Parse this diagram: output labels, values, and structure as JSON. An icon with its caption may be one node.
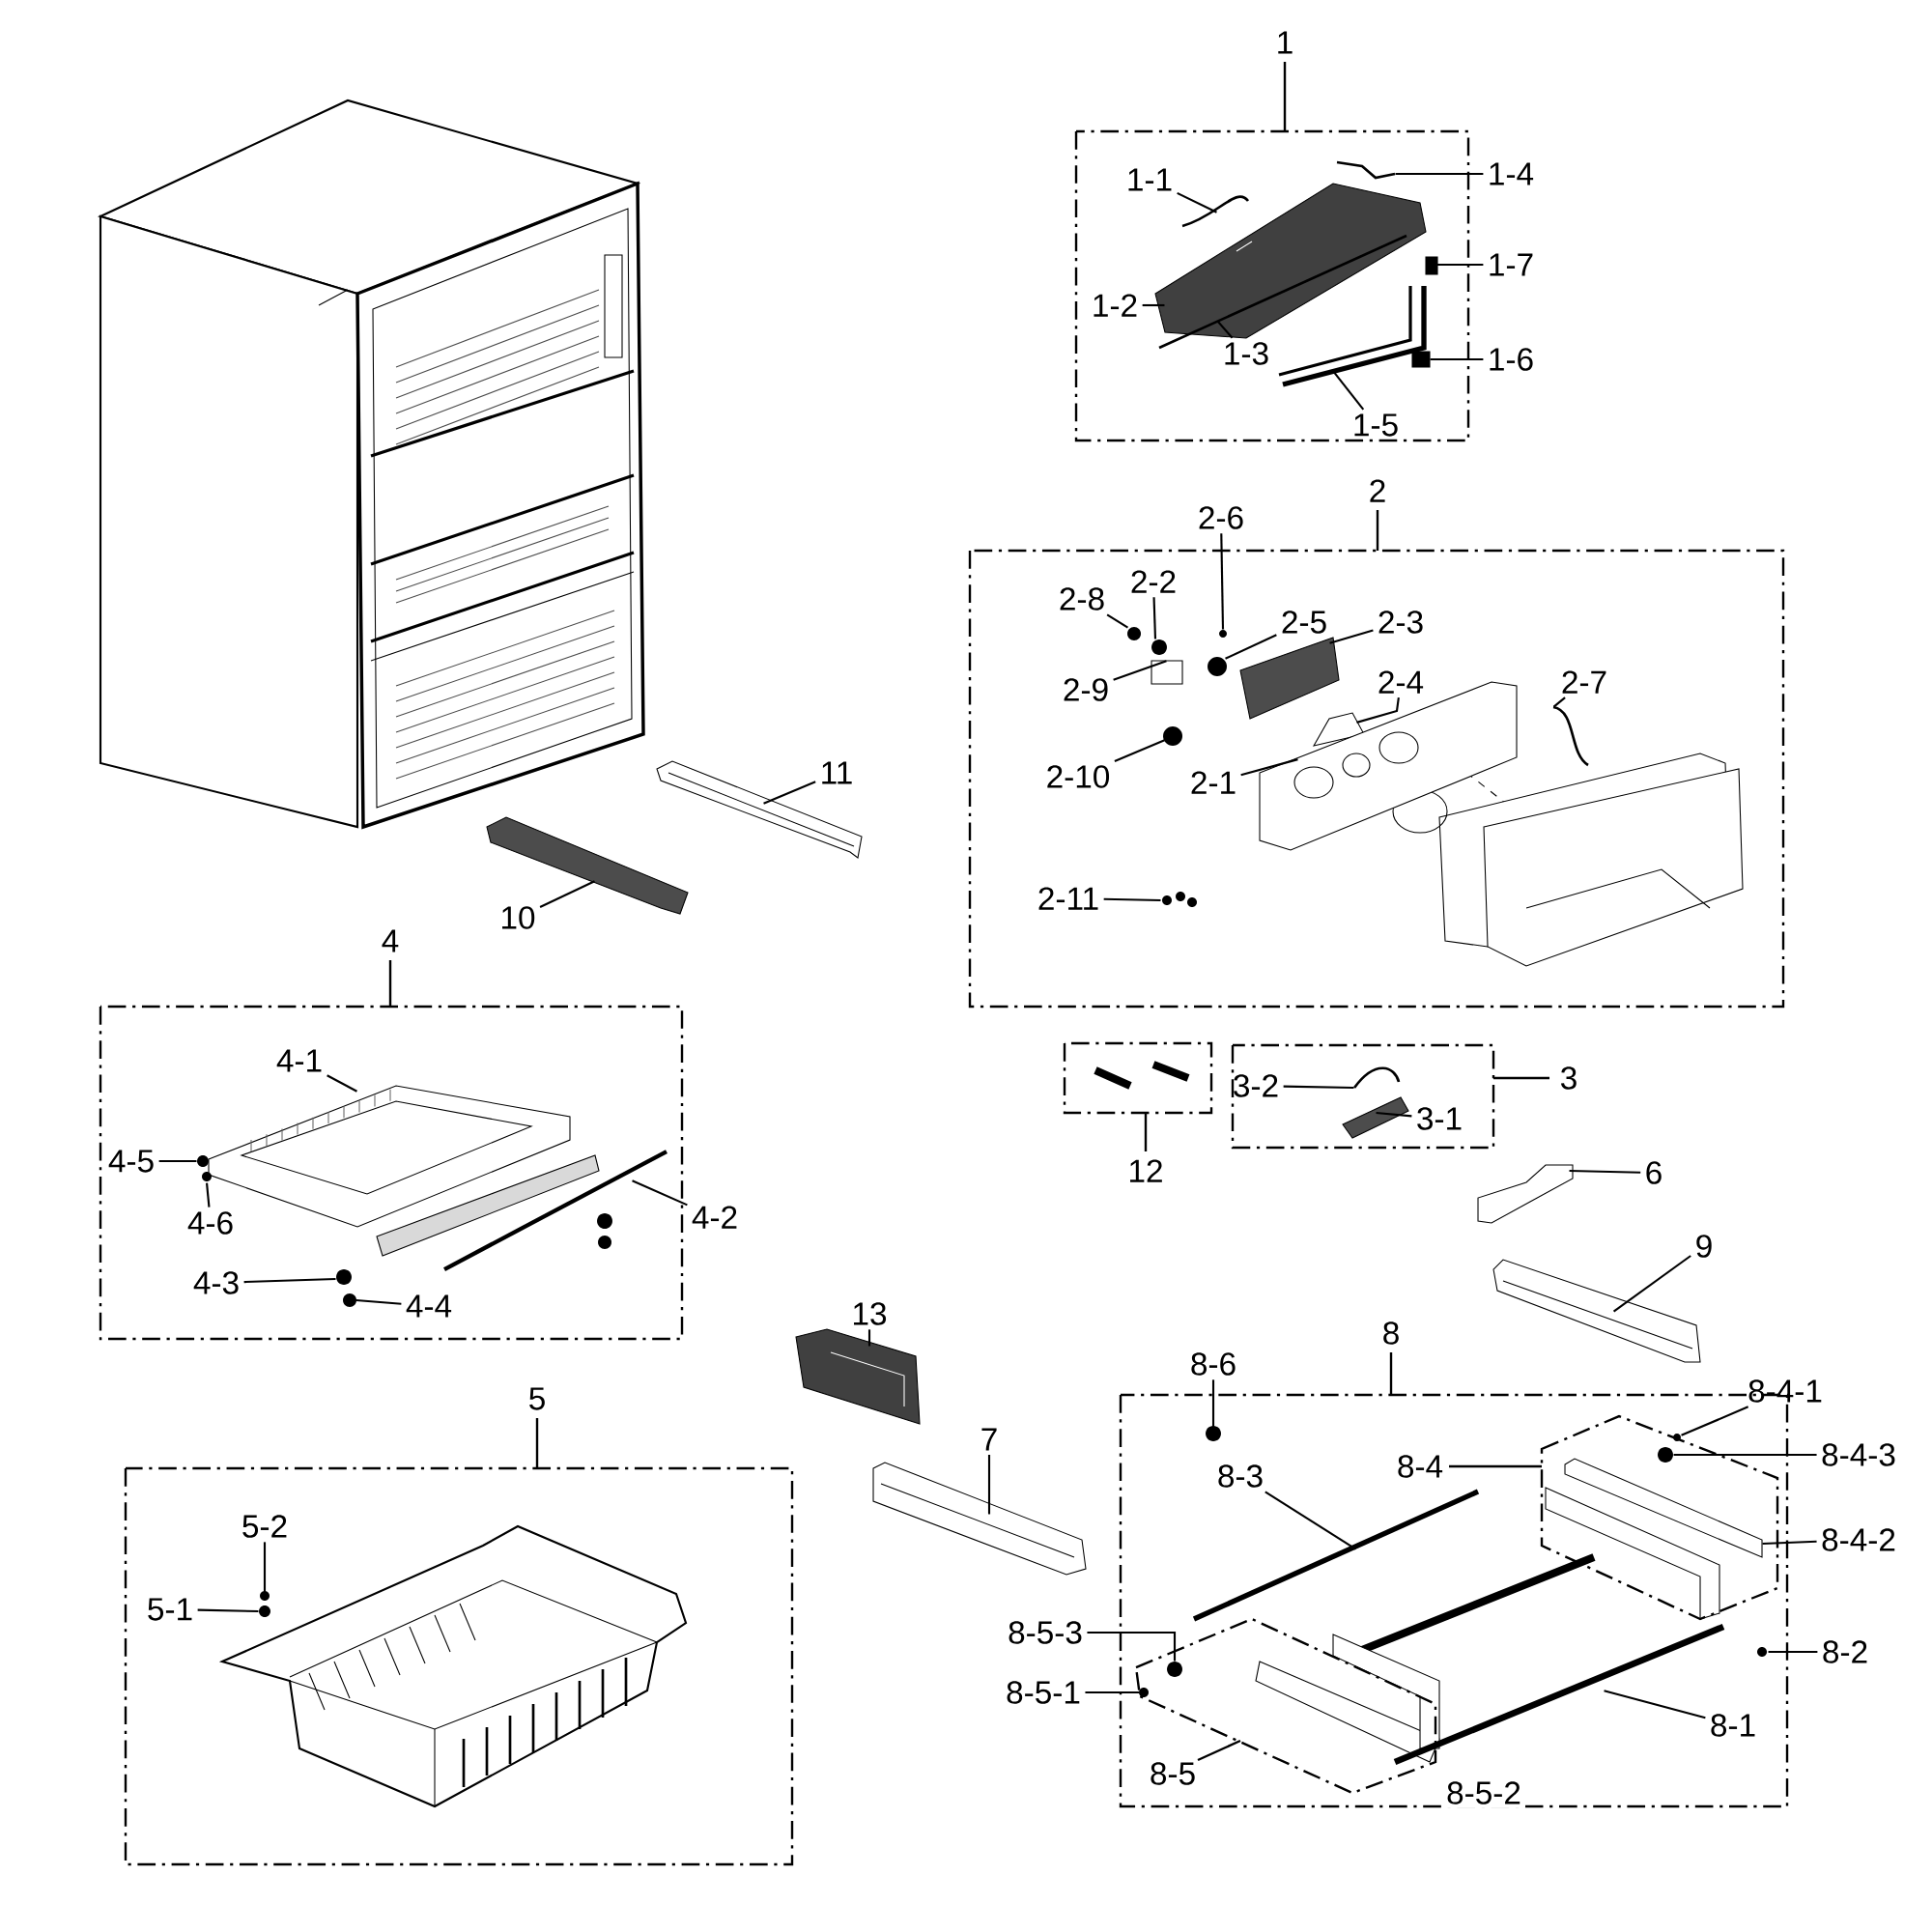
{
  "diagram": {
    "nodes": [
      {
        "text": [
          "1"
        ]
      },
      {
        "text": [
          "1-1"
        ],
        "in": 0
      },
      {
        "text": [
          "1-4"
        ]
      },
      {
        "text": [
          "1-7"
        ]
      },
      {
        "text": [
          "1-2"
        ],
        "in": 0
      },
      {
        "text": [
          "1-3"
        ],
        "in": 0
      },
      {
        "text": [
          "1-6"
        ]
      },
      {
        "text": [
          "1-5"
        ],
        "in": 0
      },
      {
        "text": [
          "2"
        ]
      },
      {
        "text": [
          "2-6"
        ]
      },
      {
        "text": [
          "2-2"
        ],
        "in": 8
      },
      {
        "text": [
          "2-8"
        ],
        "in": 8
      },
      {
        "text": [
          "2-5"
        ],
        "in": 8
      },
      {
        "text": [
          "2-3"
        ],
        "in": 8
      },
      {
        "text": [
          "2-9"
        ],
        "in": 8
      },
      {
        "text": [
          "2-4"
        ],
        "in": 8
      },
      {
        "text": [
          "2-7"
        ],
        "in": 8
      },
      {
        "text": [
          "2-10"
        ],
        "in": 8
      },
      {
        "text": [
          "2-1"
        ],
        "in": 8
      },
      {
        "text": [
          "2-11"
        ],
        "in": 8
      },
      {
        "text": [
          "11"
        ]
      },
      {
        "text": [
          "10"
        ]
      },
      {
        "text": [
          "4"
        ]
      },
      {
        "text": [
          "4-1"
        ],
        "in": 22
      },
      {
        "text": [
          "4-5"
        ],
        "in": 22
      },
      {
        "text": [
          "4-6"
        ],
        "in": 22
      },
      {
        "text": [
          "4-2"
        ]
      },
      {
        "text": [
          "4-3"
        ],
        "in": 22
      },
      {
        "text": [
          "4-4"
        ],
        "in": 22
      },
      {
        "text": [
          "12"
        ]
      },
      {
        "text": [
          "3"
        ]
      },
      {
        "text": [
          "3-2"
        ],
        "in": 30
      },
      {
        "text": [
          "3-1"
        ],
        "in": 30
      },
      {
        "text": [
          "6"
        ]
      },
      {
        "text": [
          "9"
        ]
      },
      {
        "text": [
          "13"
        ]
      },
      {
        "text": [
          "7"
        ]
      },
      {
        "text": [
          "5"
        ]
      },
      {
        "text": [
          "5-2"
        ],
        "in": 37
      },
      {
        "text": [
          "5-1"
        ],
        "in": 37
      },
      {
        "text": [
          "8"
        ]
      },
      {
        "text": [
          "8-6"
        ]
      },
      {
        "text": [
          "8-4-1"
        ]
      },
      {
        "text": [
          "8-4"
        ],
        "in": 40
      },
      {
        "text": [
          "8-4-3"
        ]
      },
      {
        "text": [
          "8-3"
        ],
        "in": 40
      },
      {
        "text": [
          "8-4-2"
        ]
      },
      {
        "text": [
          "8-5-3"
        ]
      },
      {
        "text": [
          "8-2"
        ]
      },
      {
        "text": [
          "8-5-1"
        ]
      },
      {
        "text": [
          "8-1"
        ],
        "in": 40
      },
      {
        "text": [
          "8-5"
        ],
        "in": 40
      },
      {
        "text": [],
        "shape": "picture",
        "in": 0
      },
      {
        "text": [],
        "shape": "picture",
        "in": 0
      },
      {
        "text": [],
        "shape": "box",
        "in": 0
      },
      {
        "text": [],
        "shape": "picture",
        "in": 0
      },
      {
        "text": [],
        "shape": "picture",
        "in": 0
      },
      {
        "text": [],
        "shape": "box",
        "in": 0
      },
      {
        "text": [],
        "shape": "picture",
        "in": 0
      },
      {
        "text": [],
        "shape": "circle",
        "in": 8
      },
      {
        "text": [],
        "shape": "circle",
        "in": 8
      },
      {
        "text": [],
        "shape": "circle",
        "in": 8
      },
      {
        "text": [],
        "shape": "circle",
        "in": 8
      },
      {
        "text": [],
        "shape": "picture",
        "in": 8
      },
      {
        "text": [],
        "shape": "box",
        "in": 8
      },
      {
        "text": [],
        "shape": "picture",
        "in": 8
      },
      {
        "text": [],
        "shape": "picture",
        "in": 8
      },
      {
        "text": [],
        "shape": "circle",
        "in": 8
      },
      {
        "text": [],
        "shape": "picture",
        "in": 8
      },
      {
        "text": [],
        "shape": "picture",
        "in": 8
      },
      {
        "text": [],
        "shape": "picture"
      },
      {
        "text": [],
        "shape": "picture"
      },
      {
        "text": [],
        "shape": "picture",
        "in": 22
      },
      {
        "text": [],
        "shape": "circle",
        "in": 22
      },
      {
        "text": [],
        "shape": "circle",
        "in": 22
      },
      {
        "text": [],
        "shape": "picture",
        "in": 22
      },
      {
        "text": [],
        "shape": "circle",
        "in": 22
      },
      {
        "text": [],
        "shape": "circle",
        "in": 22
      },
      {
        "text": [],
        "shape": "picture",
        "in": 30
      },
      {
        "text": [],
        "shape": "picture",
        "in": 30
      },
      {
        "text": [],
        "shape": "picture"
      },
      {
        "text": [],
        "shape": "picture"
      },
      {
        "text": [],
        "shape": "picture"
      },
      {
        "text": [],
        "shape": "picture"
      },
      {
        "text": [],
        "shape": "circle",
        "in": 37
      },
      {
        "text": [],
        "shape": "circle",
        "in": 37
      },
      {
        "text": [],
        "shape": "circle",
        "in": 40
      },
      {
        "text": [],
        "shape": "circle",
        "in": 43
      },
      {
        "text": [],
        "shape": "circle",
        "in": 43
      },
      {
        "text": [],
        "shape": "picture",
        "in": 40
      },
      {
        "text": [],
        "shape": "picture",
        "in": 43
      },
      {
        "text": [],
        "shape": "circle",
        "in": 51
      },
      {
        "text": [],
        "shape": "circle",
        "in": 40
      },
      {
        "text": [],
        "shape": "circle",
        "in": 51
      },
      {
        "text": [],
        "shape": "picture",
        "in": 40
      }
    ],
    "edges": [
      {
        "from": 1,
        "to": 52,
        "arrow": "none"
      },
      {
        "from": 2,
        "to": 53,
        "arrow": "none"
      },
      {
        "from": 3,
        "to": 54,
        "arrow": "none"
      },
      {
        "from": 4,
        "to": 55,
        "arrow": "none"
      },
      {
        "from": 5,
        "to": 56,
        "arrow": "none"
      },
      {
        "from": 6,
        "to": 57,
        "arrow": "none"
      },
      {
        "from": 7,
        "to": 58,
        "arrow": "none"
      },
      {
        "from": 9,
        "to": 59,
        "arrow": "none"
      },
      {
        "from": 10,
        "to": 60,
        "arrow": "none"
      },
      {
        "from": 11,
        "to": 61,
        "arrow": "none"
      },
      {
        "from": 12,
        "to": 62,
        "arrow": "none"
      },
      {
        "from": 13,
        "to": 63,
        "arrow": "none"
      },
      {
        "from": 14,
        "to": 64,
        "arrow": "none"
      },
      {
        "from": 15,
        "to": 65,
        "arrow": "none"
      },
      {
        "from": 16,
        "to": 66,
        "arrow": "none"
      },
      {
        "from": 17,
        "to": 67,
        "arrow": "none"
      },
      {
        "from": 18,
        "to": 68,
        "arrow": "none"
      },
      {
        "from": 19,
        "to": 69,
        "arrow": "none"
      },
      {
        "from": 20,
        "to": 70,
        "arrow": "none"
      },
      {
        "from": 21,
        "to": 71,
        "arrow": "none"
      },
      {
        "from": 23,
        "to": 72,
        "arrow": "none"
      },
      {
        "from": 24,
        "to": 73,
        "arrow": "none"
      },
      {
        "from": 25,
        "to": 74,
        "arrow": "none"
      },
      {
        "from": 26,
        "to": 75,
        "arrow": "none"
      },
      {
        "from": 27,
        "to": 76,
        "arrow": "none"
      },
      {
        "from": 28,
        "to": 77,
        "arrow": "none"
      },
      {
        "from": 31,
        "to": 78,
        "arrow": "none"
      },
      {
        "from": 32,
        "to": 79,
        "arrow": "none"
      },
      {
        "from": 33,
        "to": 80,
        "arrow": "none"
      },
      {
        "from": 34,
        "to": 81,
        "arrow": "none"
      },
      {
        "from": 35,
        "to": 82,
        "arrow": "none"
      },
      {
        "from": 36,
        "to": 83,
        "arrow": "none"
      },
      {
        "from": 38,
        "to": 84,
        "arrow": "none"
      },
      {
        "from": 39,
        "to": 85,
        "arrow": "none"
      },
      {
        "from": 41,
        "to": 86,
        "arrow": "none"
      },
      {
        "from": 42,
        "to": 87,
        "arrow": "none"
      },
      {
        "from": 44,
        "to": 88,
        "arrow": "none"
      },
      {
        "from": 45,
        "to": 89,
        "arrow": "none"
      },
      {
        "from": 46,
        "to": 90,
        "arrow": "none"
      },
      {
        "from": 47,
        "to": 91,
        "arrow": "none"
      },
      {
        "from": 48,
        "to": 92,
        "arrow": "none"
      },
      {
        "from": 49,
        "to": 93,
        "arrow": "none"
      },
      {
        "from": 50,
        "to": 94,
        "arrow": "none"
      }
    ],
    "labels": [
      "8-5-2"
    ]
  }
}
